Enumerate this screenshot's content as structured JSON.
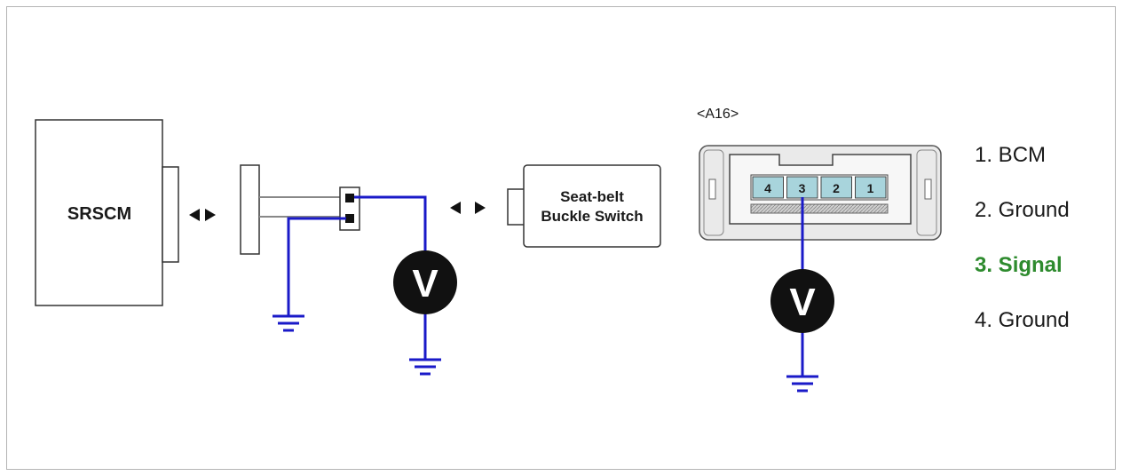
{
  "diagram": {
    "srscm_label": "SRSCM",
    "switch_label_line1": "Seat-belt",
    "switch_label_line2": "Buckle Switch",
    "connector_id": "<A16>",
    "pin_numbers": [
      "4",
      "3",
      "2",
      "1"
    ],
    "meter_symbol": "V",
    "pin_legend": [
      {
        "text": "1. BCM",
        "highlight": false
      },
      {
        "text": "2. Ground",
        "highlight": false
      },
      {
        "text": "3. Signal",
        "highlight": true
      },
      {
        "text": "4. Ground",
        "highlight": false
      }
    ],
    "colors": {
      "wire": "#1a1ac8",
      "highlight_text": "#2e8b2e",
      "pin_fill": "#a8d4dc",
      "connector_body": "#eaeaea"
    }
  }
}
